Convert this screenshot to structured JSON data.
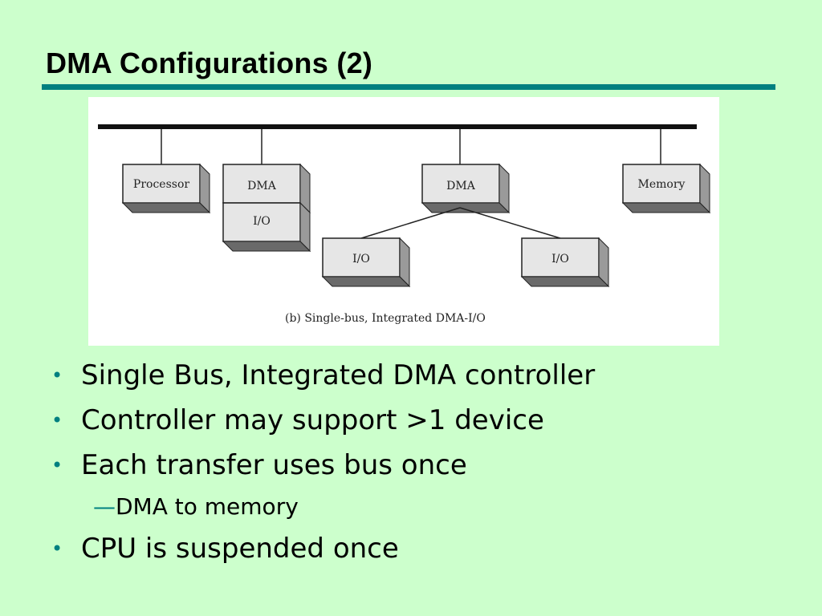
{
  "slide": {
    "title": "DMA Configurations (2)"
  },
  "figure": {
    "boxes": {
      "processor": "Processor",
      "dma_left": "DMA",
      "io_left": "I/O",
      "dma_center": "DMA",
      "memory": "Memory",
      "io_bottom_left": "I/O",
      "io_bottom_right": "I/O"
    },
    "caption": "(b) Single-bus, Integrated DMA-I/O"
  },
  "bullets": [
    "Single Bus, Integrated DMA controller",
    "Controller may support >1 device",
    "Each transfer uses bus once",
    "CPU is suspended once"
  ],
  "sub_bullets": [
    "DMA to memory"
  ],
  "symbols": {
    "bullet": "•",
    "dash": "—"
  },
  "colors": {
    "background": "#ccffcc",
    "accent": "#008080"
  }
}
